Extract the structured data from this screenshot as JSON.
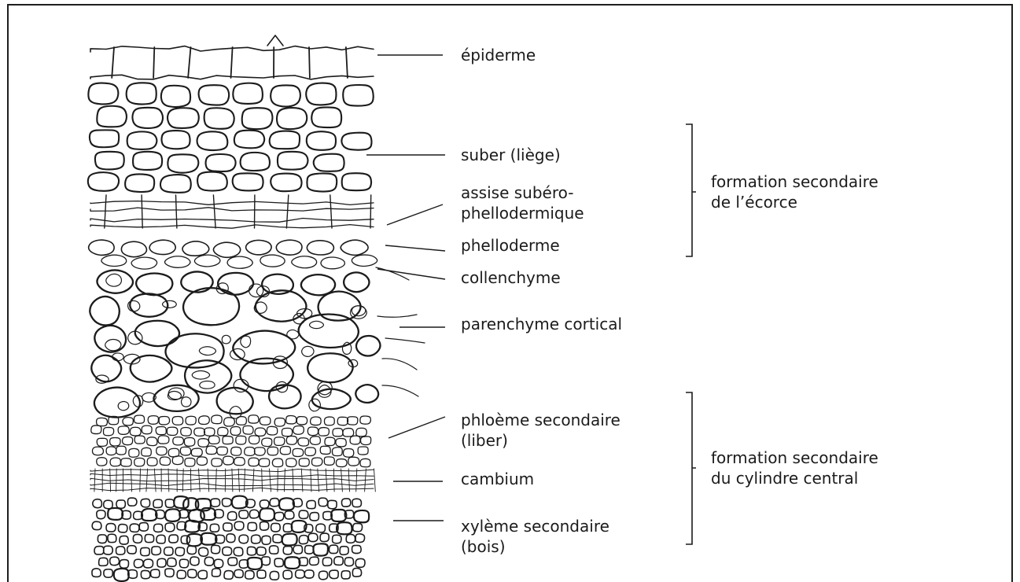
{
  "labels": {
    "epiderme": "épiderme",
    "suber": "suber (liège)",
    "assise_line1": "assise subéro-",
    "assise_line2": "phellodermique",
    "phelloderme": "phelloderme",
    "collenchyme": "collenchyme",
    "parenchyme": "parenchyme cortical",
    "phloeme_line1": "phloème secondaire",
    "phloeme_line2": "(liber)",
    "cambium": "cambium",
    "xyleme_line1": "xylème secondaire",
    "xyleme_line2": "(bois)"
  },
  "groups": {
    "ecorce_line1": "formation secondaire",
    "ecorce_line2": "de l’écorce",
    "cylindre_line1": "formation secondaire",
    "cylindre_line2": "du cylindre central"
  }
}
